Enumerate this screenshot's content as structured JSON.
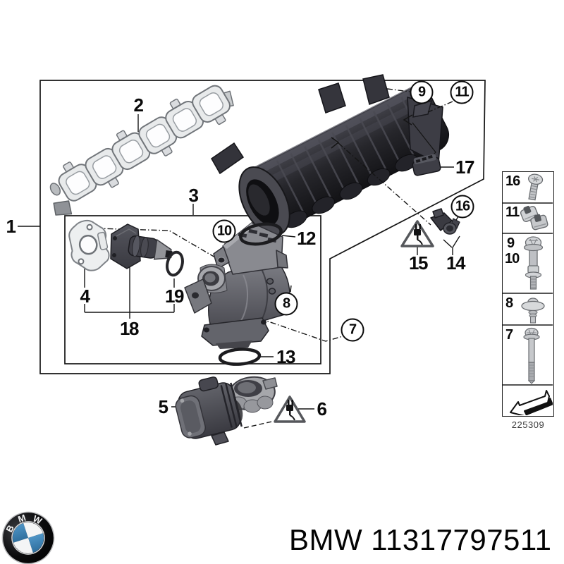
{
  "callouts": {
    "n1": "1",
    "n2": "2",
    "n3": "3",
    "n4": "4",
    "n5": "5",
    "n6": "6",
    "n7": "7",
    "n8": "8",
    "n9": "9",
    "n10": "10",
    "n11": "11",
    "n12": "12",
    "n13": "13",
    "n14": "14",
    "n15": "15",
    "n16": "16",
    "n17": "17",
    "n18": "18",
    "n19": "19"
  },
  "legend": {
    "cells": [
      {
        "num": "16",
        "icon": "torx-screw-icon"
      },
      {
        "num": "11",
        "icon": "clip-nut-icon"
      },
      {
        "num": "9",
        "num_secondary": "10",
        "icon": "flange-bolt-with-sleeve-icon"
      },
      {
        "num": "8",
        "icon": "washer-screw-icon"
      },
      {
        "num": "7",
        "icon": "long-hex-bolt-icon"
      },
      {
        "num": "",
        "icon": "back-arrow-icon"
      }
    ],
    "code": "225309"
  },
  "footer": {
    "logo_letters": [
      "B",
      "M",
      "W"
    ],
    "part_number": "BMW 11317797511"
  },
  "warning": {
    "icon": "electrical-hazard-plug-icon"
  },
  "colors": {
    "bmw_blue": "#3d7fae",
    "line": "#151515",
    "part_dark": "#2b2b31",
    "part_mid": "#5f6067",
    "part_light": "#c7c9cc"
  }
}
